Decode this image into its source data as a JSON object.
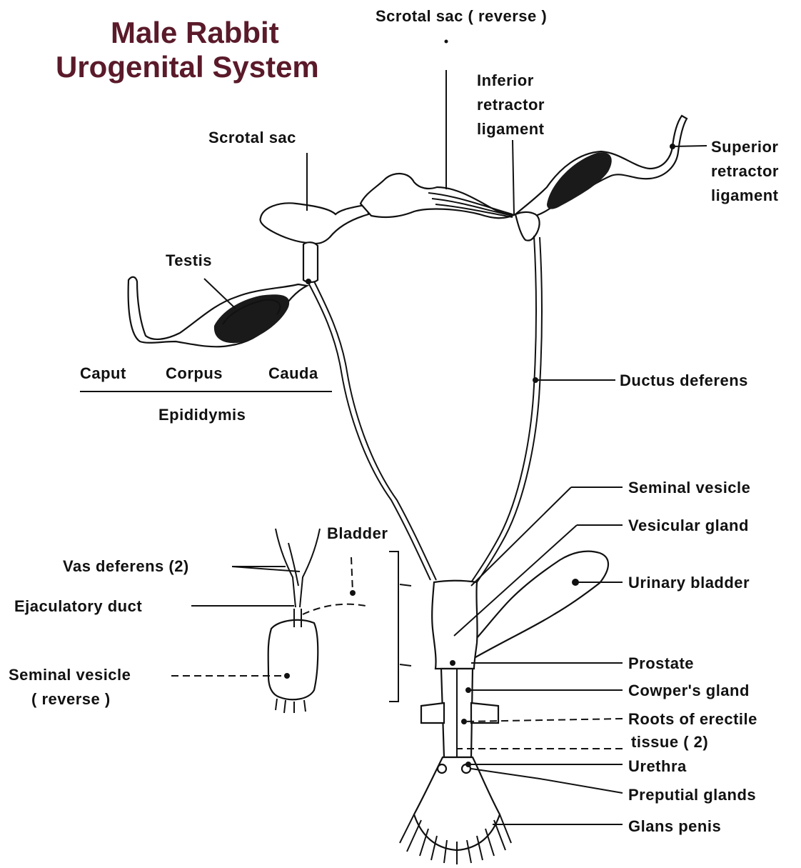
{
  "title": {
    "line1": "Male Rabbit",
    "line2": "Urogenital System"
  },
  "labels": {
    "scrotal_sac_reverse": "Scrotal sac ( reverse )",
    "inferior_retractor_1": "Inferior",
    "inferior_retractor_2": "retractor",
    "inferior_retractor_3": "ligament",
    "superior_retractor_1": "Superior",
    "superior_retractor_2": "retractor",
    "superior_retractor_3": "ligament",
    "scrotal_sac": "Scrotal sac",
    "testis": "Testis",
    "caput": "Caput",
    "corpus": "Corpus",
    "cauda": "Cauda",
    "epididymis": "Epididymis",
    "ductus_deferens": "Ductus deferens",
    "seminal_vesicle": "Seminal vesicle",
    "vesicular_gland": "Vesicular gland",
    "urinary_bladder": "Urinary bladder",
    "bladder": "Bladder",
    "vas_deferens": "Vas deferens (2)",
    "ejaculatory_duct": "Ejaculatory duct",
    "seminal_vesicle_reverse_1": "Seminal vesicle",
    "seminal_vesicle_reverse_2": "( reverse )",
    "prostate": "Prostate",
    "cowpers_gland": "Cowper's gland",
    "roots_erectile_1": "Roots of erectile",
    "roots_erectile_2": "tissue ( 2)",
    "urethra": "Urethra",
    "preputial_glands": "Preputial glands",
    "glans_penis": "Glans penis"
  },
  "colors": {
    "title": "#5a1a2a",
    "ink": "#111111",
    "background": "#ffffff"
  }
}
